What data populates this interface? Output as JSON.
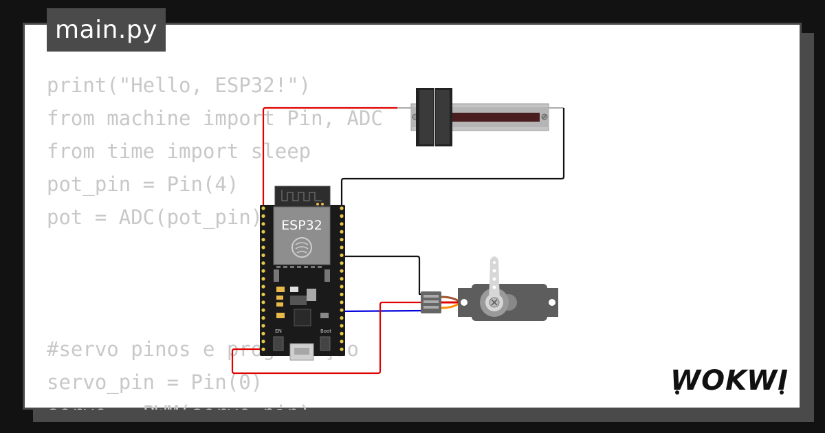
{
  "file_tab": {
    "label": "main.py"
  },
  "code_lines": [
    "print(\"Hello, ESP32!\")",
    "from machine import Pin, ADC",
    "from time import sleep",
    "pot_pin = Pin(4)",
    "pot = ADC(pot_pin)",
    "",
    "",
    "",
    "#servo pinos e programação",
    "servo_pin = Pin(0)",
    "servo = PWM(servo_pin)"
  ],
  "board": {
    "label": "ESP32",
    "boot_label": "Boot",
    "en_label": "EN"
  },
  "brand": {
    "logo_text": "WOKWI"
  },
  "colors": {
    "background": "#121212",
    "card": "#ffffff",
    "card_border": "#4a4a4a",
    "code_text": "#c8c8c8",
    "wire_red": "#e00000",
    "wire_black": "#111111",
    "wire_blue": "#0000dd",
    "servo_body": "#5d5d5d"
  },
  "icons": {
    "potentiometer": "slide-potentiometer-icon",
    "servo": "servo-motor-icon",
    "board": "esp32-devkit-icon",
    "logo": "wokwi-logo-icon"
  }
}
